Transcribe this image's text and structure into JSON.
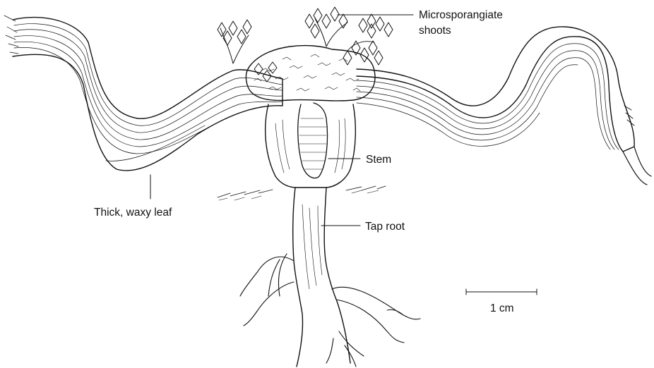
{
  "labels": {
    "microsporangiate_line1": "Microsporangiate",
    "microsporangiate_line2": "shoots",
    "stem": "Stem",
    "leaf": "Thick, waxy leaf",
    "root": "Tap root",
    "scale": "1 cm"
  },
  "colors": {
    "ink": "#111111",
    "background": "#ffffff"
  }
}
